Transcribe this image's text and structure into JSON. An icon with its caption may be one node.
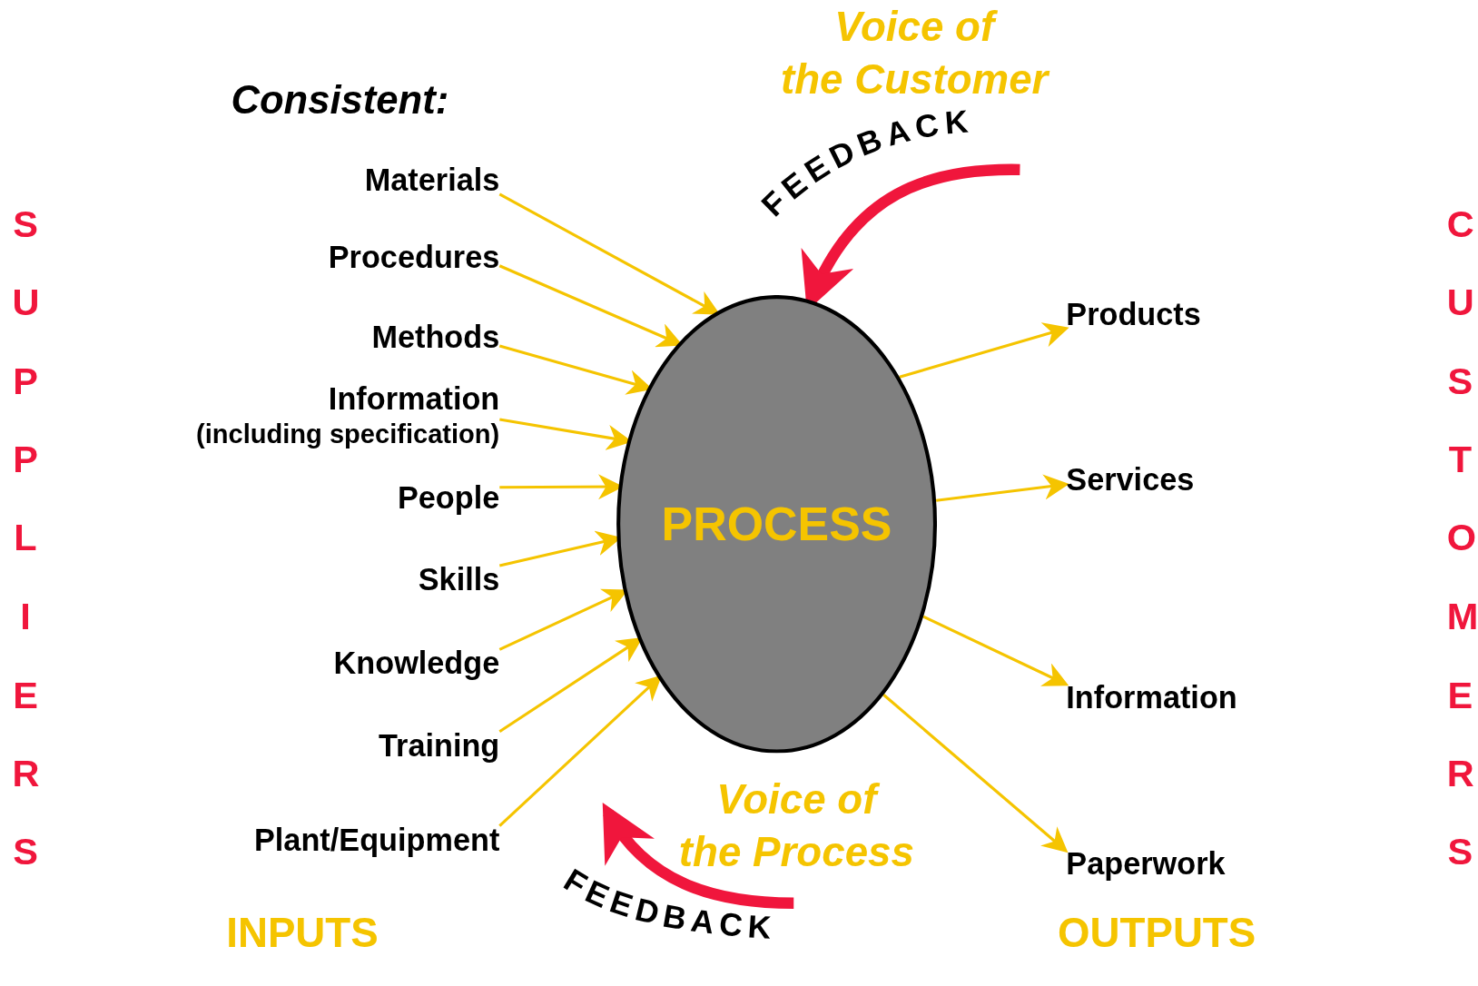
{
  "diagram": {
    "nodes": [
      {
        "text": [
          "Materials"
        ]
      },
      {
        "text": [
          "Procedures"
        ]
      },
      {
        "text": [
          "Methods"
        ]
      },
      {
        "text": [
          "Information",
          "(including specification)"
        ]
      },
      {
        "text": [
          "People"
        ]
      },
      {
        "text": [
          "Skills"
        ]
      },
      {
        "text": [
          "Knowledge"
        ]
      },
      {
        "text": [
          "Training"
        ]
      },
      {
        "text": [
          "Plant/Equipment"
        ]
      },
      {
        "text": [
          "PROCESS"
        ]
      },
      {
        "text": [
          "Products"
        ]
      },
      {
        "text": [
          "Services"
        ]
      },
      {
        "text": [
          "Information"
        ]
      },
      {
        "text": [
          "Paperwork"
        ]
      }
    ],
    "edges": [
      {
        "from": 0,
        "to": 9,
        "arrow": "to"
      },
      {
        "from": 1,
        "to": 9,
        "arrow": "to"
      },
      {
        "from": 2,
        "to": 9,
        "arrow": "to"
      },
      {
        "from": 3,
        "to": 9,
        "arrow": "to"
      },
      {
        "from": 4,
        "to": 9,
        "arrow": "to"
      },
      {
        "from": 5,
        "to": 9,
        "arrow": "to"
      },
      {
        "from": 6,
        "to": 9,
        "arrow": "to"
      },
      {
        "from": 7,
        "to": 9,
        "arrow": "to"
      },
      {
        "from": 8,
        "to": 9,
        "arrow": "to"
      },
      {
        "from": 9,
        "to": 10,
        "arrow": "to"
      },
      {
        "from": 9,
        "to": 11,
        "arrow": "to"
      },
      {
        "from": 9,
        "to": 12,
        "arrow": "to"
      },
      {
        "from": 9,
        "to": 13,
        "arrow": "to"
      },
      {
        "from": null,
        "to": 9,
        "arrow": "to",
        "label": "FEEDBACK",
        "style": "thick",
        "color": "#f0163c"
      }
    ],
    "labels": [
      "Voice of the Customer",
      "Consistent:",
      "SUPPLIERS",
      "CUSTOMERS",
      "Voice of the Process",
      "FEEDBACK",
      "INPUTS",
      "OUTPUTS"
    ]
  }
}
